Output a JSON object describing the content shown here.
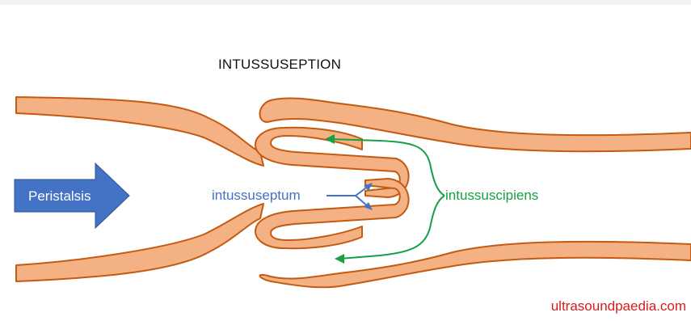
{
  "diagram": {
    "title": "INTUSSUSEPTION",
    "arrow_label": "Peristalsis",
    "intussuseptum_label": "intussuseptum",
    "intussuscipiens_label": "intussuscipiens",
    "watermark": "ultrasoundpaedia.com"
  },
  "colors": {
    "bowel_wall_fill": "#f4b183",
    "bowel_wall_stroke": "#c55a11",
    "peristalsis_arrow": "#4472c4",
    "intussuseptum": "#4472c4",
    "intussuscipiens": "#16a045",
    "watermark": "#d61c1c"
  }
}
